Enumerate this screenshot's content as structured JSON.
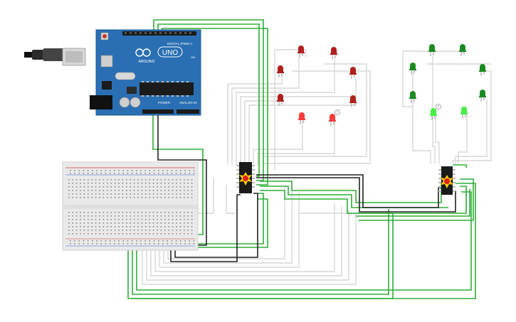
{
  "circuit": {
    "arduino": {
      "model_label": "UNO",
      "brand_label": "ARDUINO",
      "digital_label": "DIGITAL (PWM~)",
      "power_label": "POWER",
      "analog_label": "ANALOG IN",
      "on_label": "ON"
    },
    "chips": [
      {
        "name": "shift-register-left"
      },
      {
        "name": "shift-register-right"
      }
    ],
    "leds": {
      "red": 8,
      "green": 8
    },
    "colors": {
      "arduino_blue": "#2a6fb3",
      "breadboard": "#e9e9e9",
      "wire_green": "#2eae37",
      "wire_black": "#222222",
      "wire_gray": "#d7d7d7",
      "led_red": "#b0201c",
      "led_green": "#1c8a23",
      "led_red_lit": "#ff3b3b",
      "led_green_lit": "#46ee46",
      "chip": "#1a1a1a"
    },
    "warning_badges": [
      "!",
      "!"
    ]
  }
}
